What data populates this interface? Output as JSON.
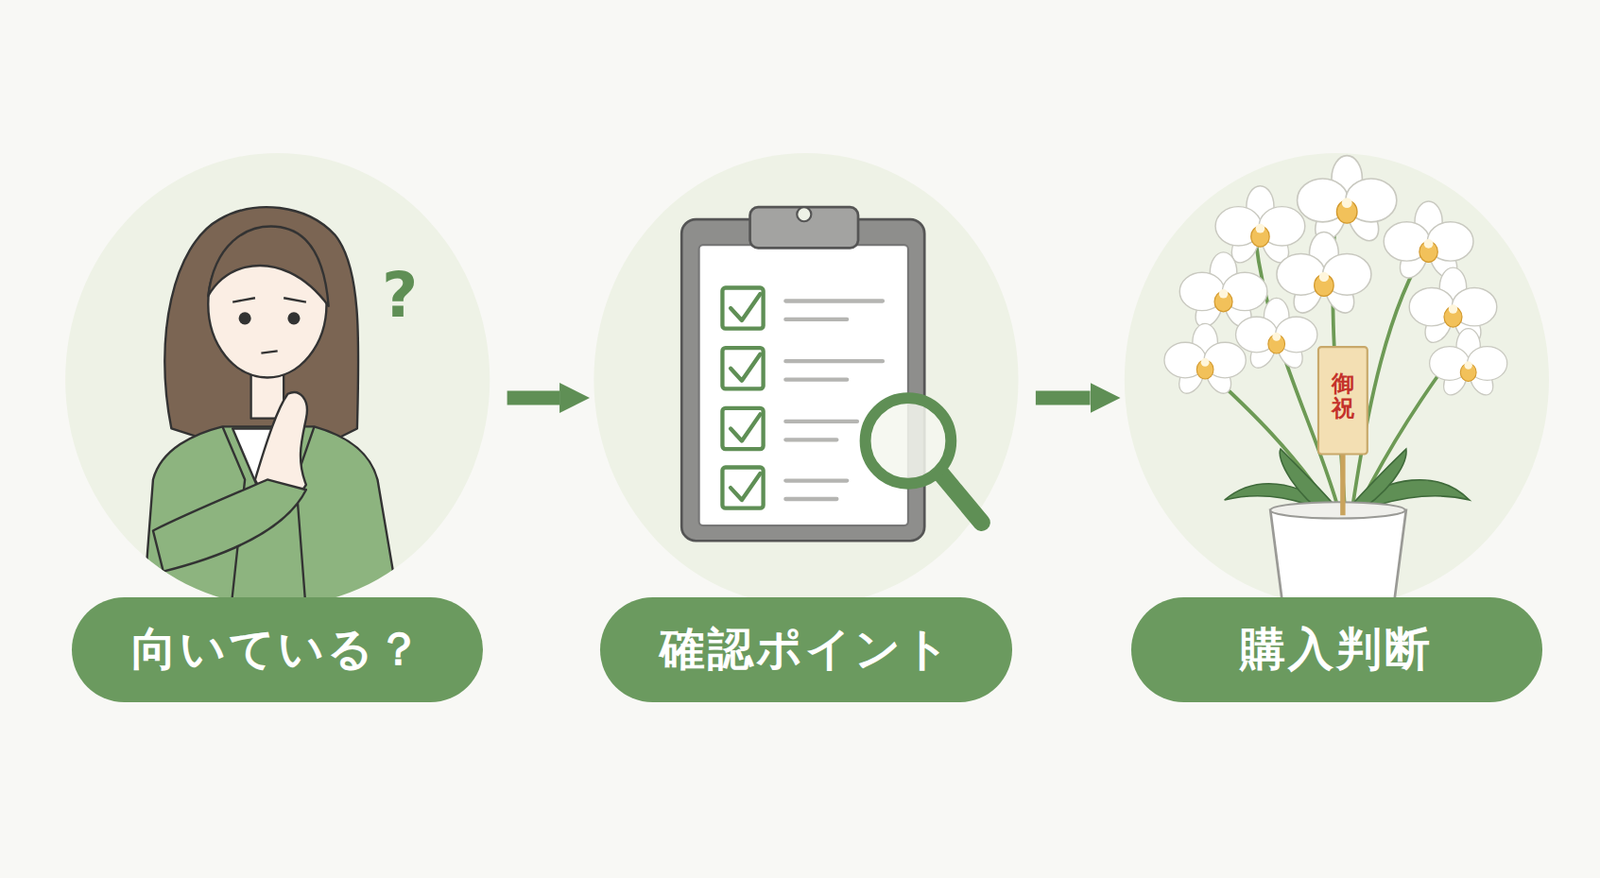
{
  "diagram": {
    "nodes": [
      {
        "text": [
          "向いている？"
        ]
      },
      {
        "text": [
          "確認ポイント"
        ]
      },
      {
        "text": [
          "購入判断"
        ]
      }
    ],
    "edges": [
      {
        "from": 0,
        "to": 1,
        "arrow": "to"
      },
      {
        "from": 1,
        "to": 2,
        "arrow": "to"
      }
    ],
    "labels": [
      "?",
      "御祝"
    ]
  }
}
